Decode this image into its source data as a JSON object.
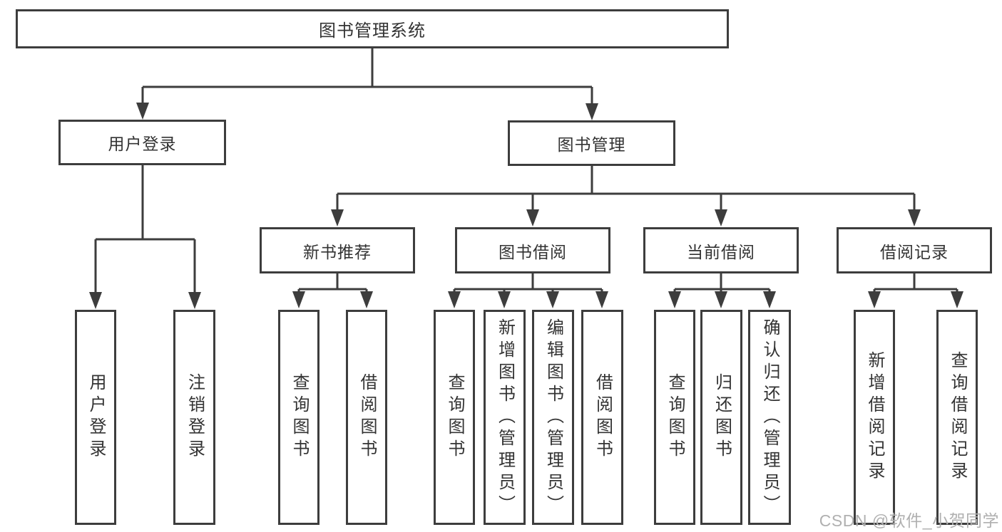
{
  "colors": {
    "line": "#3d3d3d",
    "box_border": "#3d3d3d",
    "text": "#333333",
    "background": "#ffffff",
    "watermark": "#b0b0b0"
  },
  "watermark": "CSDN @软件_小贺同学",
  "tree": {
    "root": "图书管理系统",
    "branches": [
      {
        "label": "用户登录",
        "children": [
          "用户登录",
          "注销登录"
        ]
      },
      {
        "label": "图书管理",
        "groups": [
          {
            "label": "新书推荐",
            "children": [
              "查询图书",
              "借阅图书"
            ]
          },
          {
            "label": "图书借阅",
            "children": [
              "查询图书",
              "新增图书（管理员）",
              "编辑图书（管理员）",
              "借阅图书"
            ]
          },
          {
            "label": "当前借阅",
            "children": [
              "查询图书",
              "归还图书",
              "确认归还（管理员）"
            ]
          },
          {
            "label": "借阅记录",
            "children": [
              "新增借阅记录",
              "查询借阅记录"
            ]
          }
        ]
      }
    ]
  }
}
